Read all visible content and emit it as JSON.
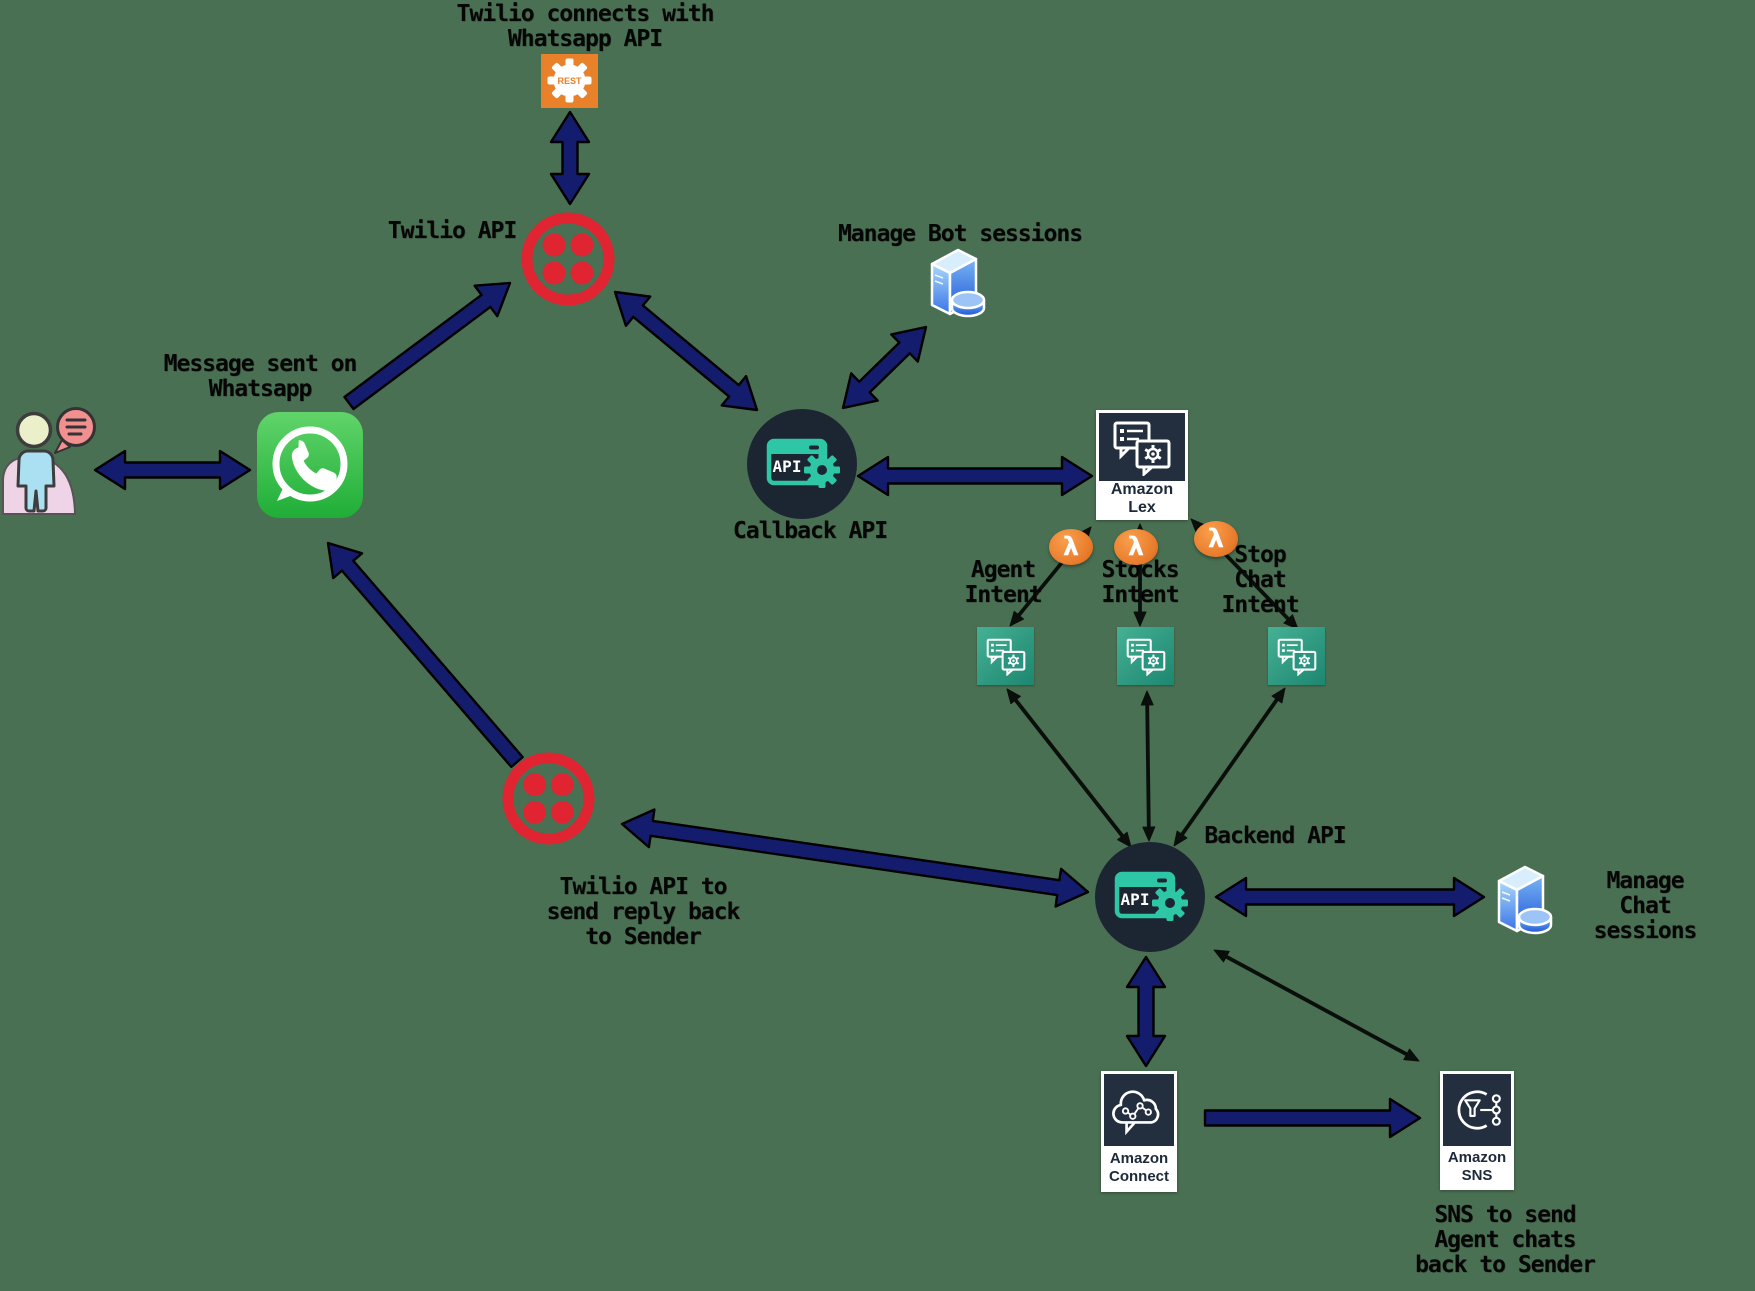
{
  "labels": {
    "twilio_connects": "Twilio connects with\nWhatsapp API",
    "twilio_api": "Twilio API",
    "manage_bot_sessions": "Manage Bot sessions",
    "message_sent_on_whatsapp": "Message sent on\nWhatsapp",
    "callback_api": "Callback API",
    "agent_intent": "Agent\nIntent",
    "stocks_intent": "Stocks\nIntent",
    "stop_chat_intent": "Stop\nChat\nIntent",
    "backend_api": "Backend API",
    "manage_chat_sessions": "Manage Chat\nsessions",
    "twilio_reply": "Twilio API to\nsend reply back\nto Sender",
    "sns_to_sender": "SNS to send\nAgent chats\nback to Sender"
  },
  "aws": {
    "lex_label": "Amazon Lex",
    "connect_label": "Amazon\nConnect",
    "sns_label": "Amazon\nSNS",
    "lambda_symbol": "λ"
  },
  "icon_texts": {
    "rest": "REST",
    "api": "API"
  },
  "colors": {
    "background": "#4a7053",
    "arrow_navy": "#141c6e",
    "thin_arrow": "#0b0f0b",
    "twilio_red": "#e02431",
    "whatsapp_green": "#29b43f",
    "aws_navy": "#232f3e",
    "teal": "#2ec7a6",
    "intent_teal": "#2a9480",
    "lambda_orange": "#e97c2d",
    "db_blue": "#3a74e8",
    "rest_orange": "#e8812a"
  }
}
